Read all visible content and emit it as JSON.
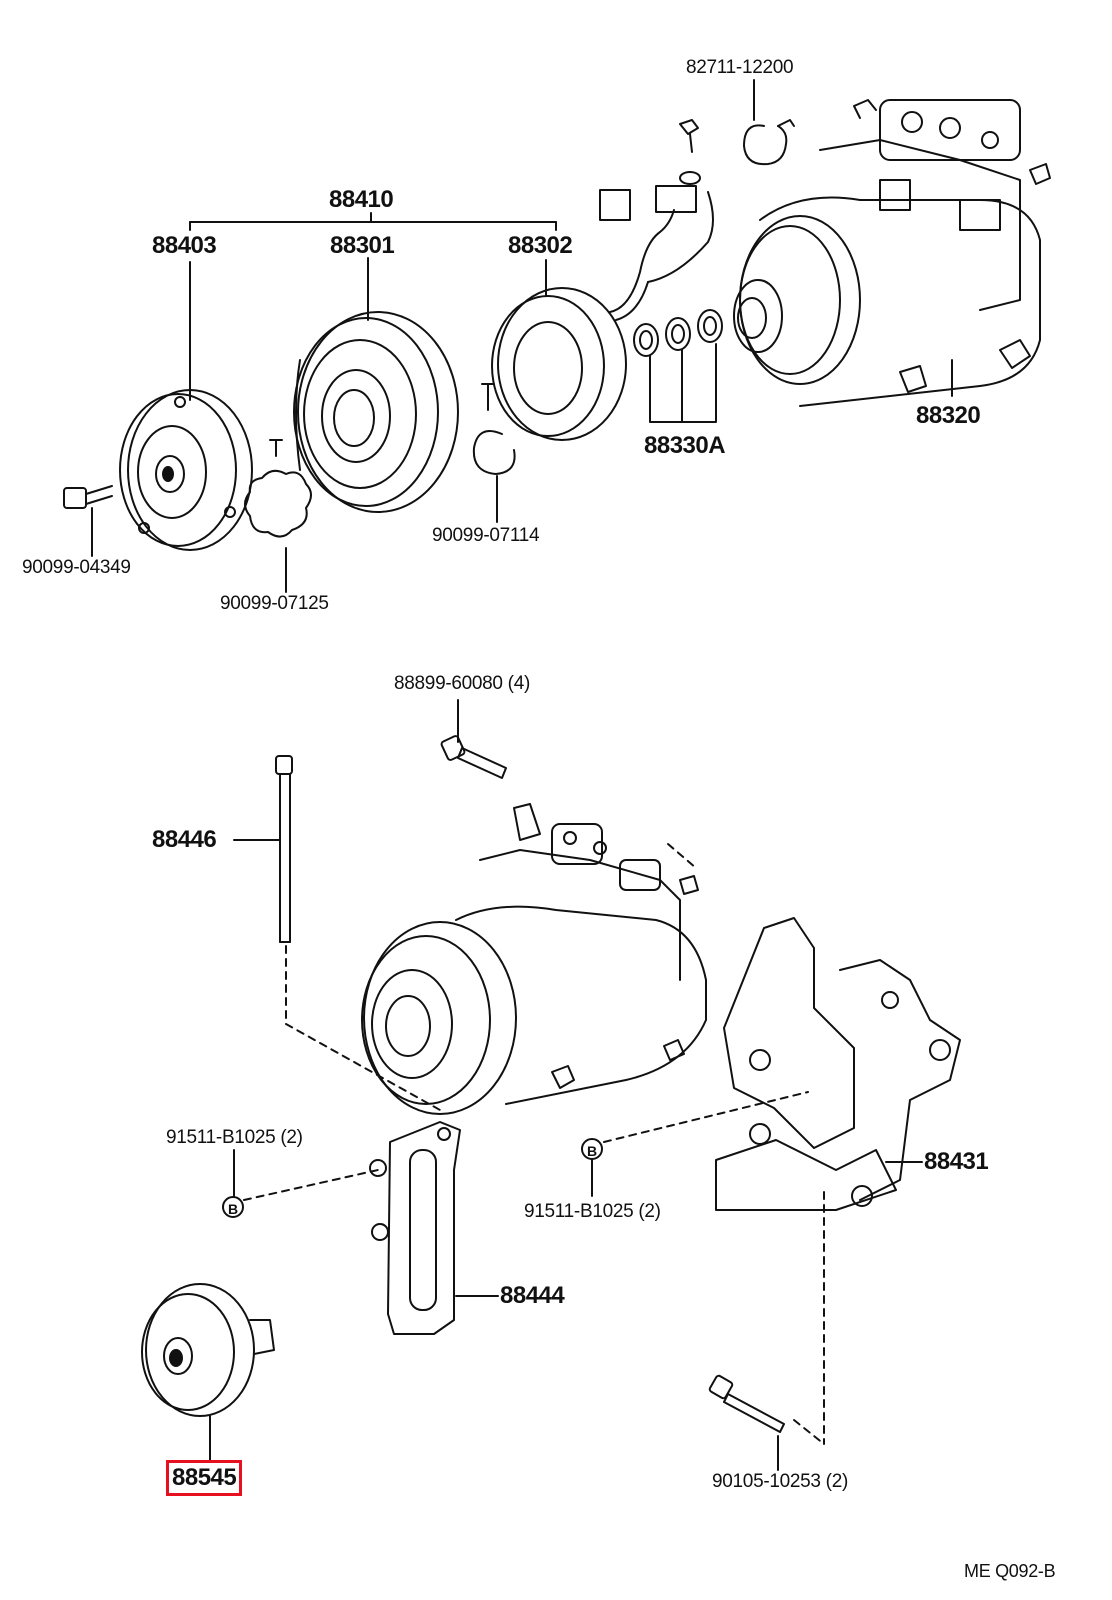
{
  "labels": {
    "p82711": "82711-12200",
    "p88410": "88410",
    "p88403": "88403",
    "p88301": "88301",
    "p88302": "88302",
    "p88320": "88320",
    "p88330a": "88330A",
    "p90099_04349": "90099-04349",
    "p90099_07125": "90099-07125",
    "p90099_07114": "90099-07114",
    "p88899": "88899-60080 (4)",
    "p88446": "88446",
    "p91511_left": "91511-B1025 (2)",
    "p91511_mid": "91511-B1025 (2)",
    "p88431": "88431",
    "p88444": "88444",
    "p88545": "88545",
    "p90105": "90105-10253 (2)",
    "footer": "ME  Q092-B"
  },
  "bolt_marker": "B",
  "highlight_color": "#e8101e"
}
